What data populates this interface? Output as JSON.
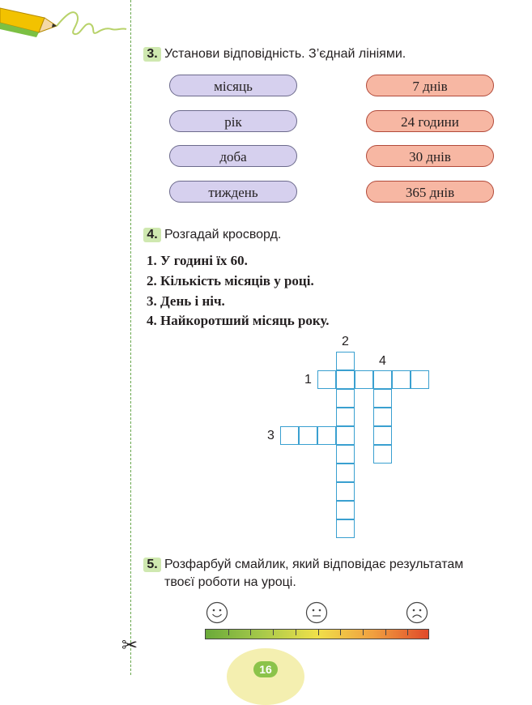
{
  "task3": {
    "number": "3.",
    "text": "Установи відповідність. З’єднай лініями.",
    "left_items": [
      "місяць",
      "рік",
      "доба",
      "тиждень"
    ],
    "right_items": [
      "7 днів",
      "24 години",
      "30 днів",
      "365 днів"
    ]
  },
  "task4": {
    "number": "4.",
    "text": "Розгадай кросворд.",
    "clues": [
      "1. У годині їх 60.",
      "2. Кількість місяців у році.",
      "3. День і ніч.",
      "4. Найкоротший місяць року."
    ],
    "crossword_numbers": [
      "1",
      "2",
      "3",
      "4"
    ]
  },
  "task5": {
    "number": "5.",
    "text_line1": "Розфарбуй смайлик, який відповідає результатам",
    "text_line2": "твоєї роботи на уроці.",
    "faces": [
      "happy-face-icon",
      "neutral-face-icon",
      "sad-face-icon"
    ]
  },
  "page_number": "16",
  "colors": {
    "pill_left_bg": "#d6d0ee",
    "pill_right_bg": "#f7b7a3",
    "task_badge": "#cfe8b0",
    "crossword_border": "#3aa0d0",
    "cut_line": "#6aa84f"
  }
}
